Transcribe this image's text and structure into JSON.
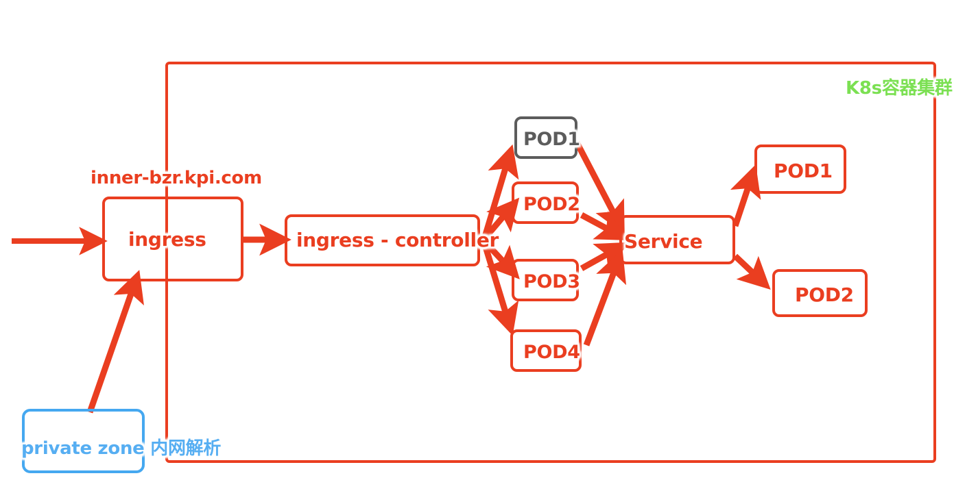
{
  "diagram": {
    "title_labels": {
      "cluster": "K8s容器集群",
      "domain": "inner-bzr.kpi.com",
      "private_zone": "private zone 内网解析"
    },
    "colors": {
      "red": "#EA3E20",
      "gray": "#5C5C5C",
      "blue": "#45A8F0",
      "blue_text": "#56AEF2",
      "green": "#7BE052",
      "background": "#FFFFFF"
    },
    "nodes": {
      "ingress": "ingress",
      "ingress_controller": "ingress - controller",
      "service": "Service",
      "pod_group_a": [
        "POD1",
        "POD2",
        "POD3",
        "POD4"
      ],
      "pod_group_b": [
        "POD1",
        "POD2"
      ]
    }
  }
}
